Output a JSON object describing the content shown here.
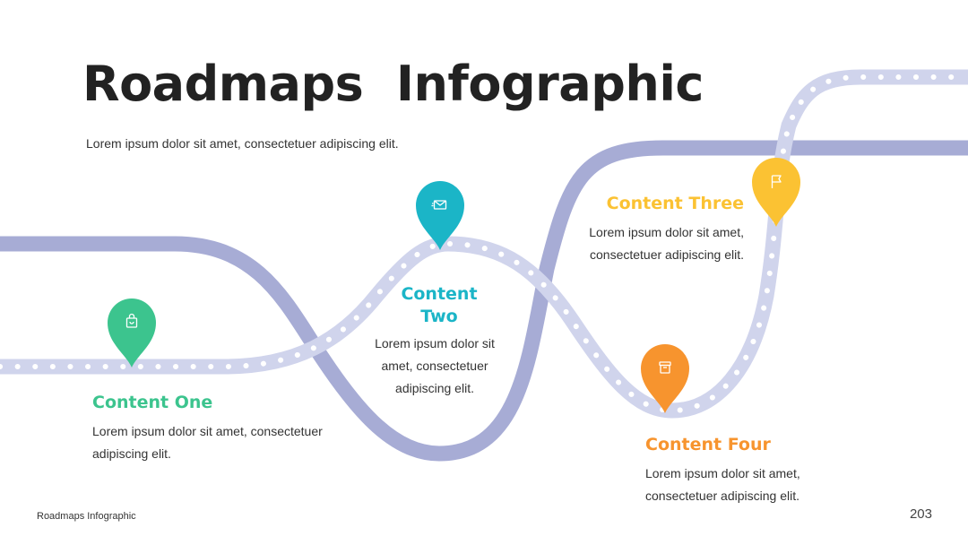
{
  "title": "Roadmaps  Infographic",
  "intro": "Lorem ipsum dolor sit amet, consectetuer adipiscing elit.",
  "colors": {
    "road_dark": "#A7ACD5",
    "road_light": "#D0D4EC",
    "green": "#3CC48E",
    "teal": "#1BB5C7",
    "yellow": "#FBC233",
    "orange": "#F7942E"
  },
  "items": [
    {
      "title": "Content One",
      "text": "Lorem ipsum dolor sit amet, consectetuer adipiscing elit.",
      "icon": "shopping-bag-icon",
      "color": "#3CC48E"
    },
    {
      "title": "Content Two",
      "text": "Lorem ipsum dolor sit amet, consectetuer adipiscing elit.",
      "icon": "envelope-icon",
      "color": "#1BB5C7"
    },
    {
      "title": "Content Three",
      "text": "Lorem ipsum dolor sit amet, consectetuer adipiscing elit.",
      "icon": "flag-icon",
      "color": "#FBC233"
    },
    {
      "title": "Content Four",
      "text": "Lorem ipsum dolor sit amet, consectetuer adipiscing elit.",
      "icon": "archive-box-icon",
      "color": "#F7942E"
    }
  ],
  "footer": "Roadmaps Infographic",
  "page_number": "203"
}
